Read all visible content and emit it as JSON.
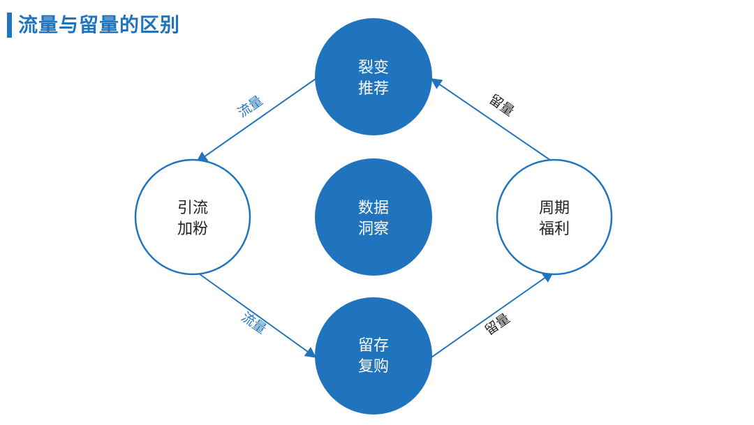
{
  "header": {
    "title": "流量与留量的区别"
  },
  "nodes": {
    "top": {
      "line1": "裂变",
      "line2": "推荐"
    },
    "left": {
      "line1": "引流",
      "line2": "加粉"
    },
    "center": {
      "line1": "数据",
      "line2": "洞察"
    },
    "right": {
      "line1": "周期",
      "line2": "福利"
    },
    "bottom": {
      "line1": "留存",
      "line2": "复购"
    }
  },
  "edges": {
    "top_to_left": "流量",
    "left_to_bottom": "流量",
    "bottom_to_right": "留量",
    "right_to_top": "留量"
  },
  "colors": {
    "accent": "#1f74bd",
    "filled_node": "#1f74bd",
    "outline_node_fill": "#ffffff",
    "filled_text": "#ffffff",
    "outline_text": "#222222"
  }
}
